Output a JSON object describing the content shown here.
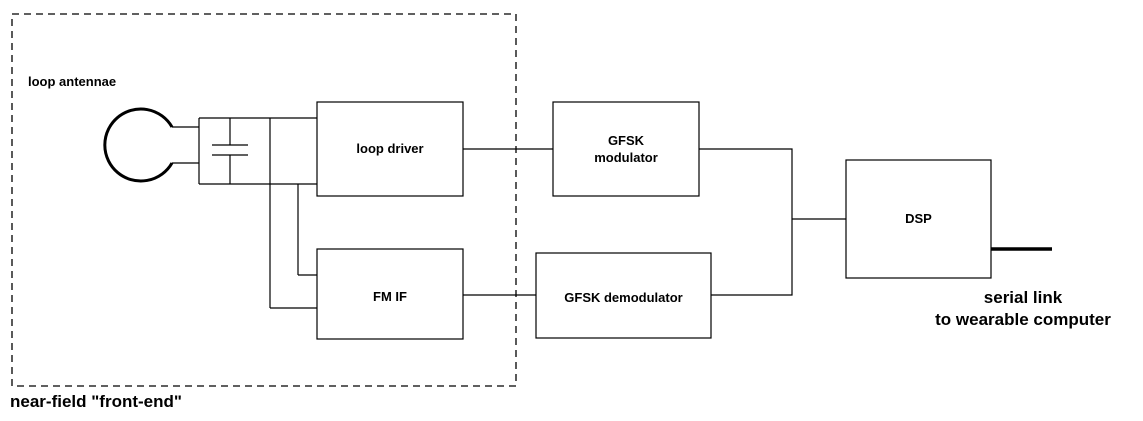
{
  "diagram": {
    "front_end_label": "near-field \"front-end\"",
    "antenna_label": "loop antennae",
    "blocks": {
      "loop_driver": "loop driver",
      "fm_if": "FM IF",
      "gfsk_modulator_line1": "GFSK",
      "gfsk_modulator_line2": "modulator",
      "gfsk_demodulator": "GFSK demodulator",
      "dsp": "DSP"
    },
    "output_label_line1": "serial link",
    "output_label_line2": "to wearable computer"
  },
  "colors": {
    "stroke": "#000000",
    "background": "#ffffff"
  }
}
